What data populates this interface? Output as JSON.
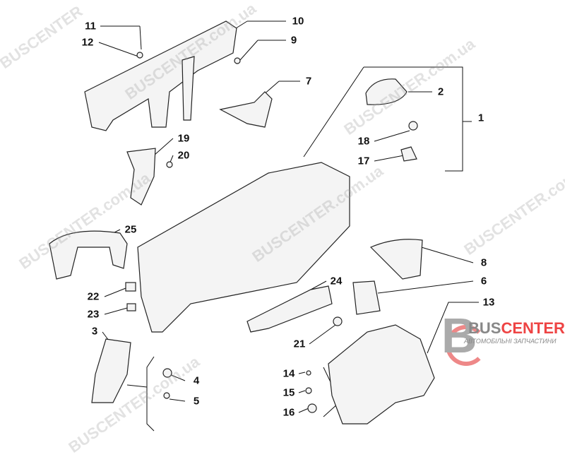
{
  "watermark": {
    "brand": "BUSCENTER",
    "domain": ".com.ua"
  },
  "logo": {
    "name_a": "BUS",
    "name_b": "CENTER",
    "subtitle": "АВТОМОБІЛЬНІ ЗАПЧАСТИНИ"
  },
  "callouts": [
    "11",
    "12",
    "10",
    "9",
    "7",
    "2",
    "1",
    "18",
    "17",
    "19",
    "20",
    "25",
    "8",
    "24",
    "6",
    "13",
    "22",
    "23",
    "3",
    "21",
    "4",
    "14",
    "15",
    "5",
    "16"
  ]
}
